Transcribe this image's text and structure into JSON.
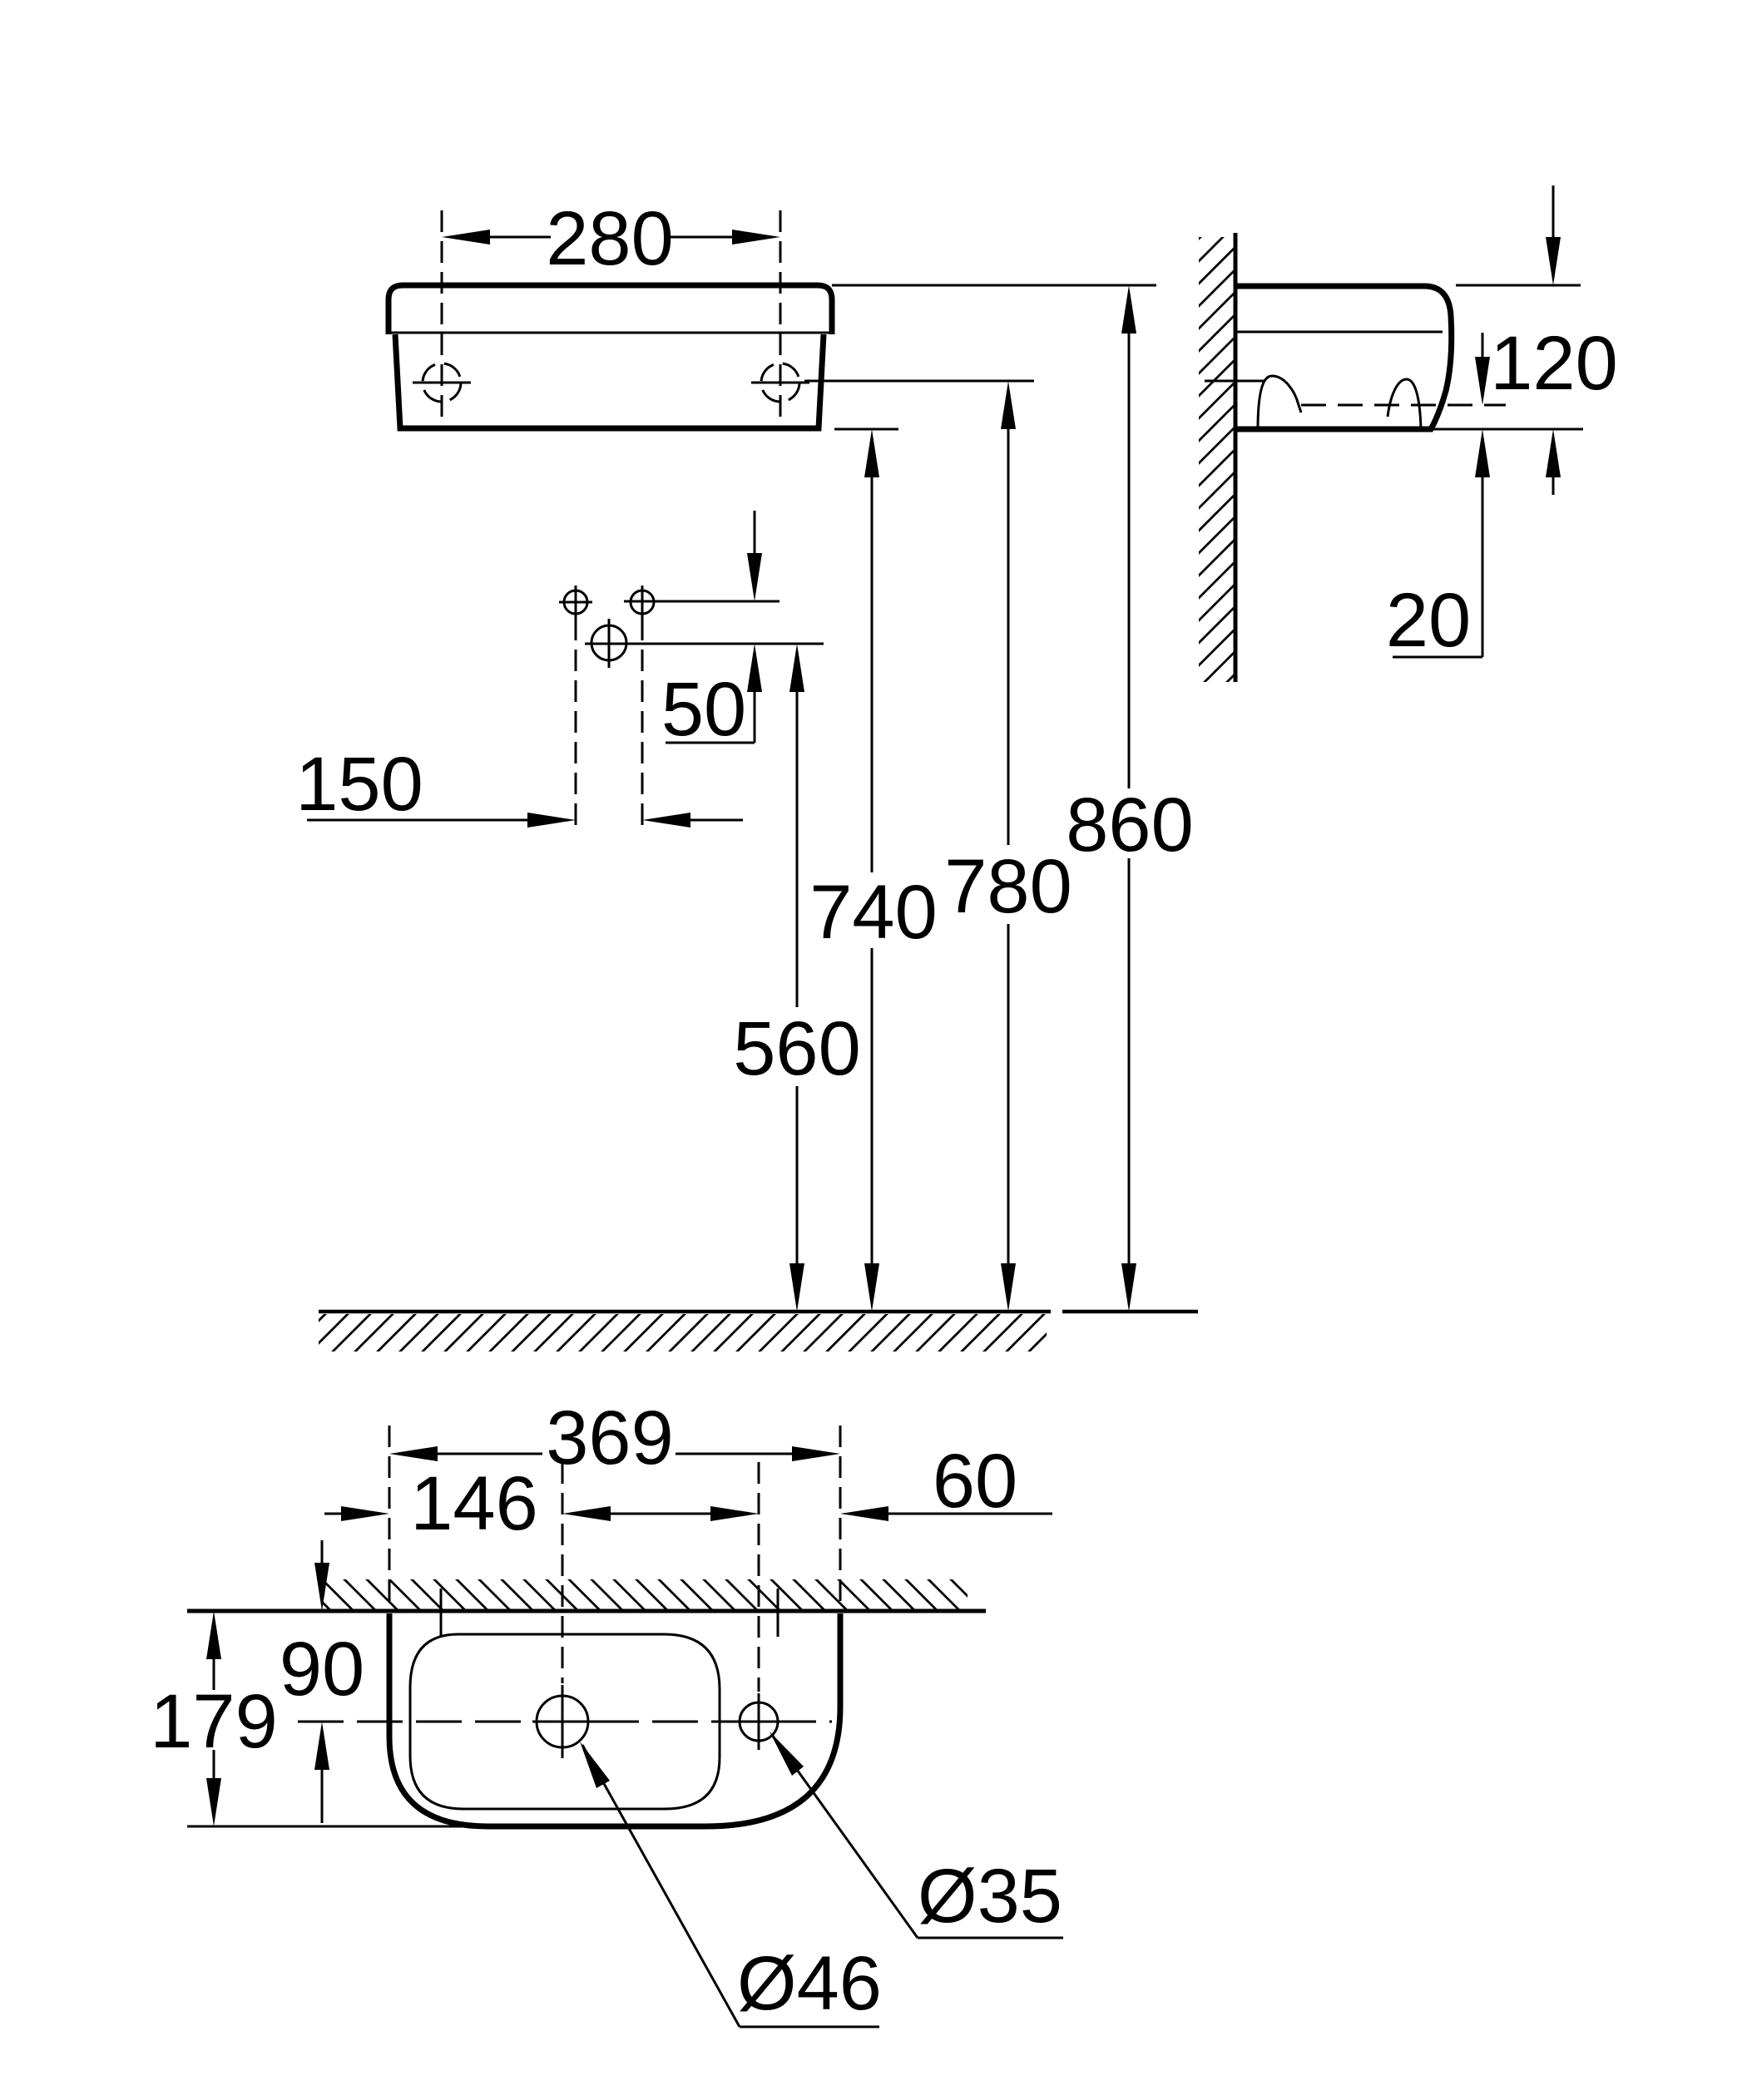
{
  "drawing_title": "wall-hung-basin-installation-dimensions",
  "colors": {
    "line": "#000000",
    "background": "#ffffff"
  },
  "dims": {
    "d280": "280",
    "d120": "120",
    "d20": "20",
    "d50": "50",
    "d150": "150",
    "d560": "560",
    "d740": "740",
    "d780": "780",
    "d860": "860",
    "d369": "369",
    "d146": "146",
    "d60": "60",
    "d90": "90",
    "d179": "179",
    "dia_drain": "Ø46",
    "dia_faucet": "Ø35"
  }
}
